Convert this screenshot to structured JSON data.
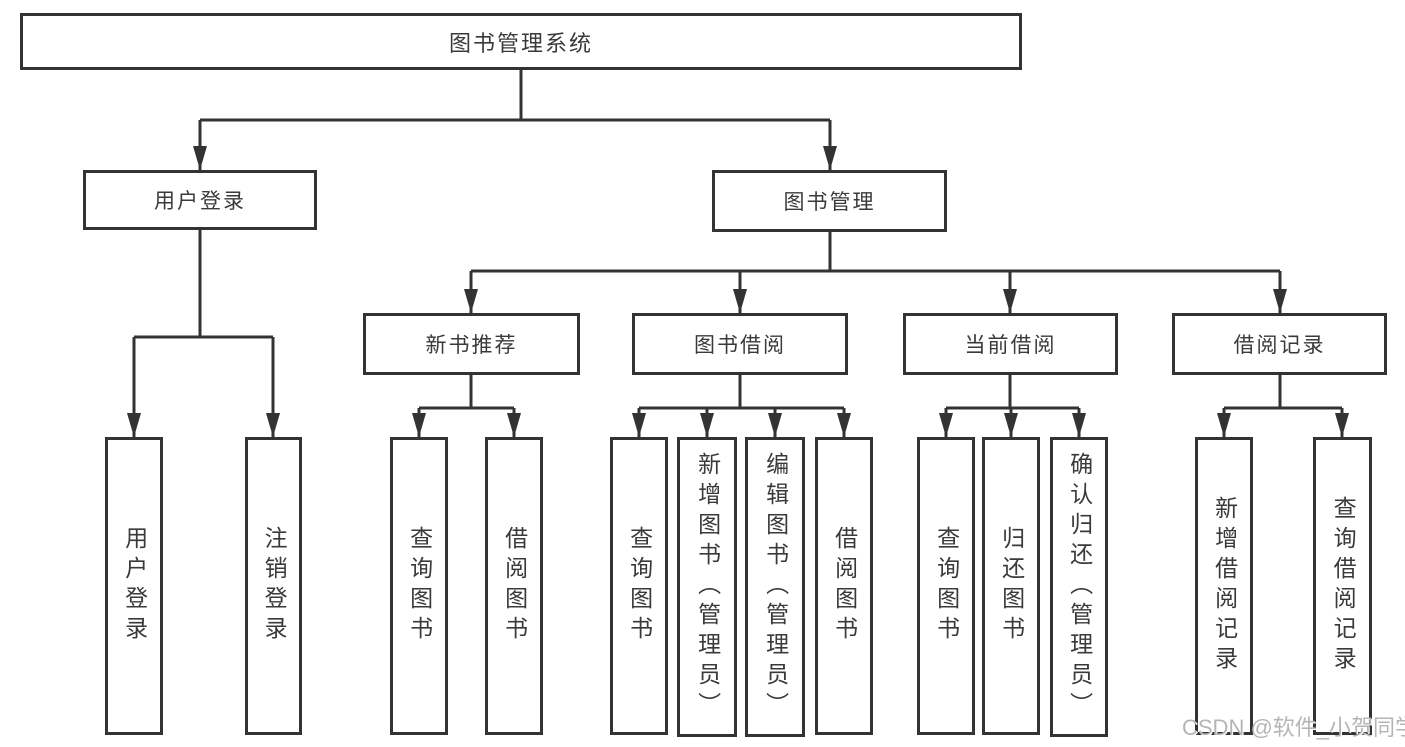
{
  "colors": {
    "background": "#ffffff",
    "line": "#333333",
    "box_border": "#333333",
    "text": "#3a3a3a",
    "watermark": "#b5b5b5"
  },
  "diagram": {
    "title": "图书管理系统",
    "branches": [
      {
        "label": "用户登录",
        "children": [
          {
            "label": "用户登录"
          },
          {
            "label": "注销登录"
          }
        ]
      },
      {
        "label": "图书管理",
        "groups": [
          {
            "label": "新书推荐",
            "children": [
              {
                "label": "查询图书"
              },
              {
                "label": "借阅图书"
              }
            ]
          },
          {
            "label": "图书借阅",
            "children": [
              {
                "label": "查询图书"
              },
              {
                "label": "新增图书（管理员）"
              },
              {
                "label": "编辑图书（管理员）"
              },
              {
                "label": "借阅图书"
              }
            ]
          },
          {
            "label": "当前借阅",
            "children": [
              {
                "label": "查询图书"
              },
              {
                "label": "归还图书"
              },
              {
                "label": "确认归还（管理员）"
              }
            ]
          },
          {
            "label": "借阅记录",
            "children": [
              {
                "label": "新增借阅记录"
              },
              {
                "label": "查询借阅记录"
              }
            ]
          }
        ]
      }
    ]
  },
  "watermark": {
    "text": "CSDN @软件_小贺同学"
  }
}
